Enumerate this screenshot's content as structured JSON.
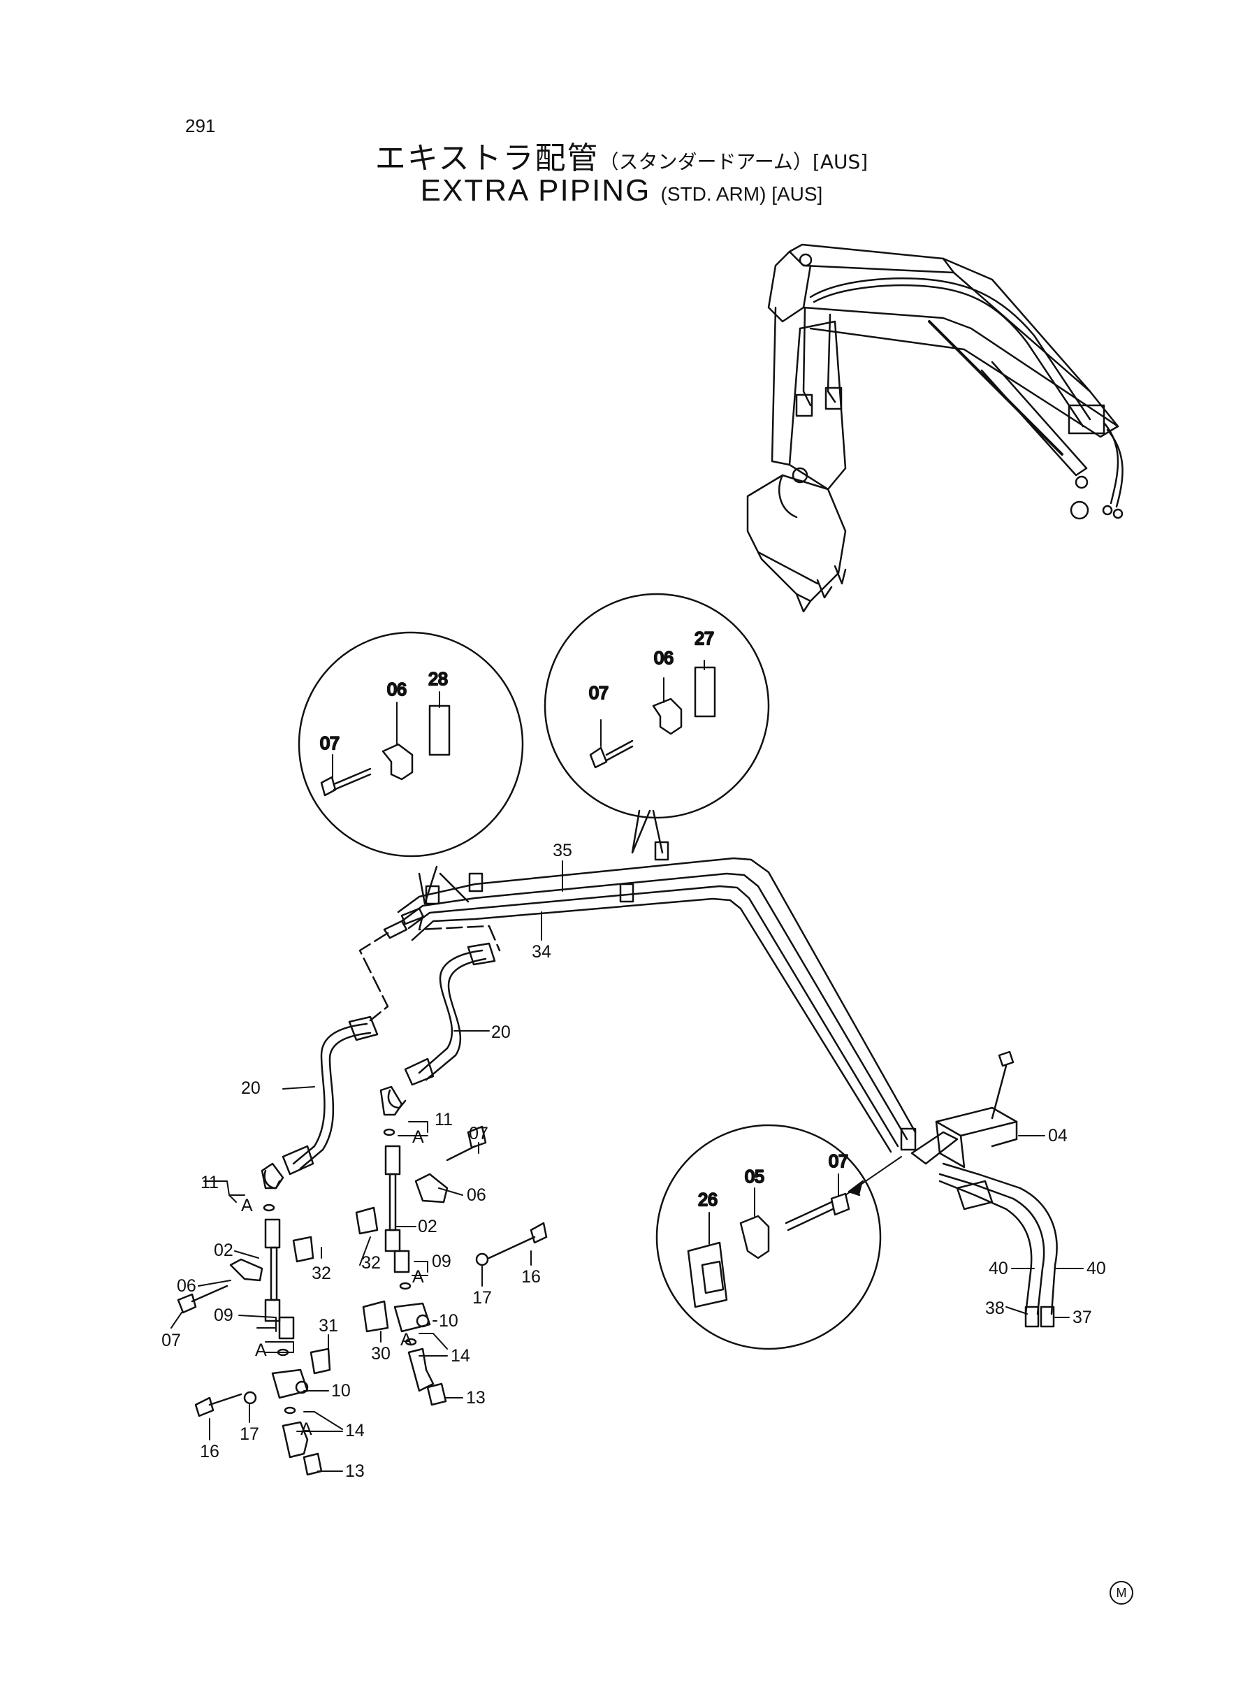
{
  "page_number": "291",
  "title": {
    "japanese": "エキストラ配管",
    "japanese_sub": "（スタンダードアーム）[AUS]",
    "english": "EXTRA PIPING",
    "english_sub": "(STD. ARM) [AUS]"
  },
  "detail_circles": {
    "left": [
      "07",
      "06",
      "28"
    ],
    "middle": [
      "07",
      "06",
      "27"
    ],
    "bottom": [
      "26",
      "05",
      "07"
    ]
  },
  "callouts": {
    "c35": "35",
    "c34": "34",
    "c20a": "20",
    "c20b": "20",
    "c11a": "11",
    "c11b": "11",
    "cA1": "A",
    "cA2": "A",
    "cA3": "A",
    "cA4": "A",
    "cA5": "A",
    "cA6": "A",
    "c07a": "07",
    "c07b": "07",
    "c06a": "06",
    "c06b": "06",
    "c02a": "02",
    "c02b": "02",
    "c32a": "32",
    "c32b": "32",
    "c09a": "09",
    "c09b": "09",
    "c16a": "16",
    "c16b": "16",
    "c17a": "17",
    "c17b": "17",
    "c10a": "10",
    "c10b": "10",
    "c30": "30",
    "c31": "31",
    "c14a": "14",
    "c14b": "14",
    "c13a": "13",
    "c13b": "13",
    "c04": "04",
    "c40a": "40",
    "c40b": "40",
    "c38": "38",
    "c37": "37"
  },
  "mark": "M"
}
